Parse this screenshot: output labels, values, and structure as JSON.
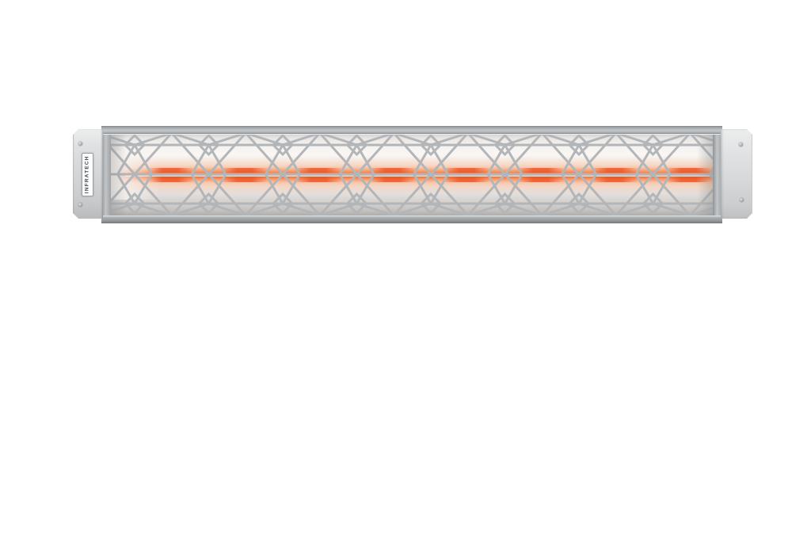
{
  "scene": {
    "type": "product-photo",
    "description": "Long horizontal stainless-steel electric radiant heater with decorative diamond lattice grille, glowing orange heating element, and branded left end cap, isolated on a white background"
  },
  "product": {
    "brand_label": "INFRATECH"
  },
  "colors": {
    "background": "#ffffff",
    "frame_gray": "#a9adb0",
    "lattice_gray": "#b3b6b9",
    "end_cap_gray": "#d8d9da",
    "panel_white": "#f8f4f1",
    "glow_core": "#f26334",
    "glow_mid": "#f8905d",
    "glow_halo": "#f7aa7e",
    "glow_highlight": "#ffdfc9"
  }
}
